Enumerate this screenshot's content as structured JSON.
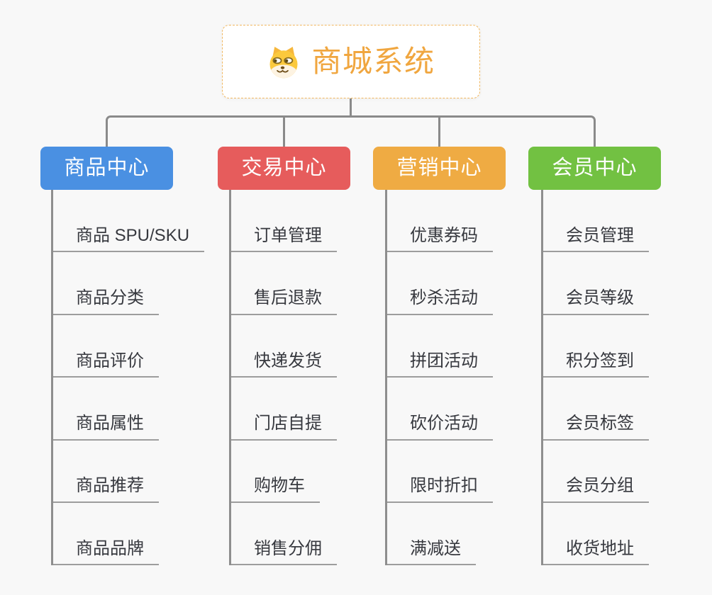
{
  "background_color": "#f8f8f8",
  "connector_color": "#8a8a8a",
  "underline_color": "#9d9d9d",
  "leaf_text_color": "#37393f",
  "root": {
    "title": "商城系统",
    "title_color": "#f0a63f",
    "border_color": "#f1b75f",
    "icon": "dog-face-icon"
  },
  "branches": [
    {
      "label": "商品中心",
      "color": "#4a90e2",
      "items": [
        "商品 SPU/SKU",
        "商品分类",
        "商品评价",
        "商品属性",
        "商品推荐",
        "商品品牌"
      ]
    },
    {
      "label": "交易中心",
      "color": "#e65c5c",
      "items": [
        "订单管理",
        "售后退款",
        "快递发货",
        "门店自提",
        "购物车",
        "销售分佣"
      ]
    },
    {
      "label": "营销中心",
      "color": "#efab43",
      "items": [
        "优惠券码",
        "秒杀活动",
        "拼团活动",
        "砍价活动",
        "限时折扣",
        "满减送"
      ]
    },
    {
      "label": "会员中心",
      "color": "#72c142",
      "items": [
        "会员管理",
        "会员等级",
        "积分签到",
        "会员标签",
        "会员分组",
        "收货地址"
      ]
    }
  ]
}
